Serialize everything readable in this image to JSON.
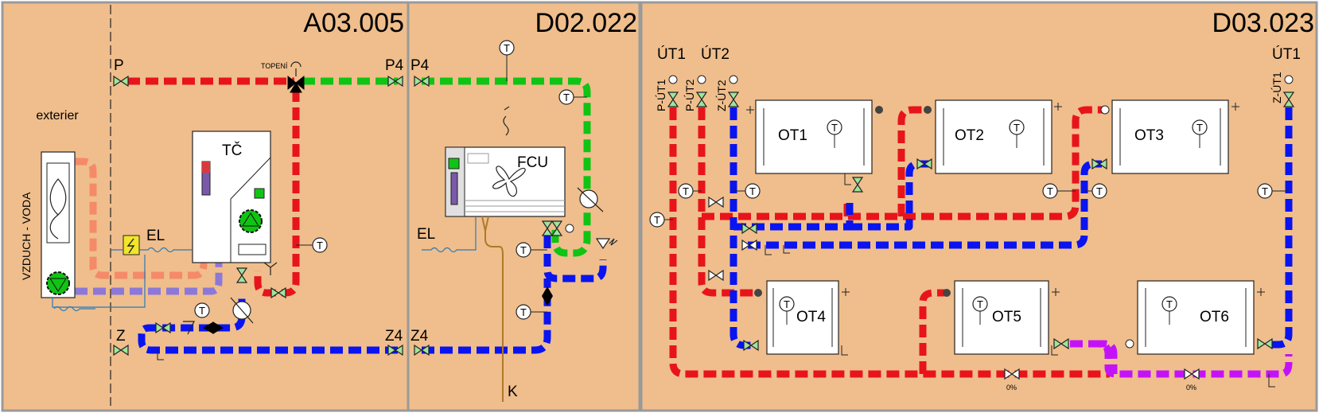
{
  "rooms": [
    {
      "code": "A03.005"
    },
    {
      "code": "D02.022"
    },
    {
      "code": "D03.023"
    }
  ],
  "labels": {
    "exterier": "exterier",
    "vzduch_voda": "VZDUCH - VODA",
    "tc": "TČ",
    "el_left": "EL",
    "el_mid": "EL",
    "topeni": "TOPENÍ",
    "p": "P",
    "p4_left": "P4",
    "p4_right": "P4",
    "z": "Z",
    "z4_left": "Z4",
    "z4_right": "Z4",
    "fcu": "FCU",
    "k": "K",
    "ut1": "ÚT1",
    "ut2": "ÚT2",
    "ut1_right": "ÚT1",
    "p_ut1": "P-ÚT1",
    "p_ut2": "P-ÚT2",
    "z_ut2": "Z-ÚT2",
    "z_ut1": "Z-ÚT1",
    "sensor": "T",
    "pct1": "0%",
    "pct2": "0%"
  },
  "radiators": [
    {
      "name": "OT1"
    },
    {
      "name": "OT2"
    },
    {
      "name": "OT3"
    },
    {
      "name": "OT4"
    },
    {
      "name": "OT5"
    },
    {
      "name": "OT6"
    }
  ],
  "colors": {
    "supply": "#e8141b",
    "return": "#0a14f0",
    "fcu_loop": "#10c414",
    "source_loop": "#f58a68",
    "source_return": "#8c78d8",
    "mixed": "#c412f8",
    "background": "#efbe8c",
    "valve": "#9fe49f"
  }
}
